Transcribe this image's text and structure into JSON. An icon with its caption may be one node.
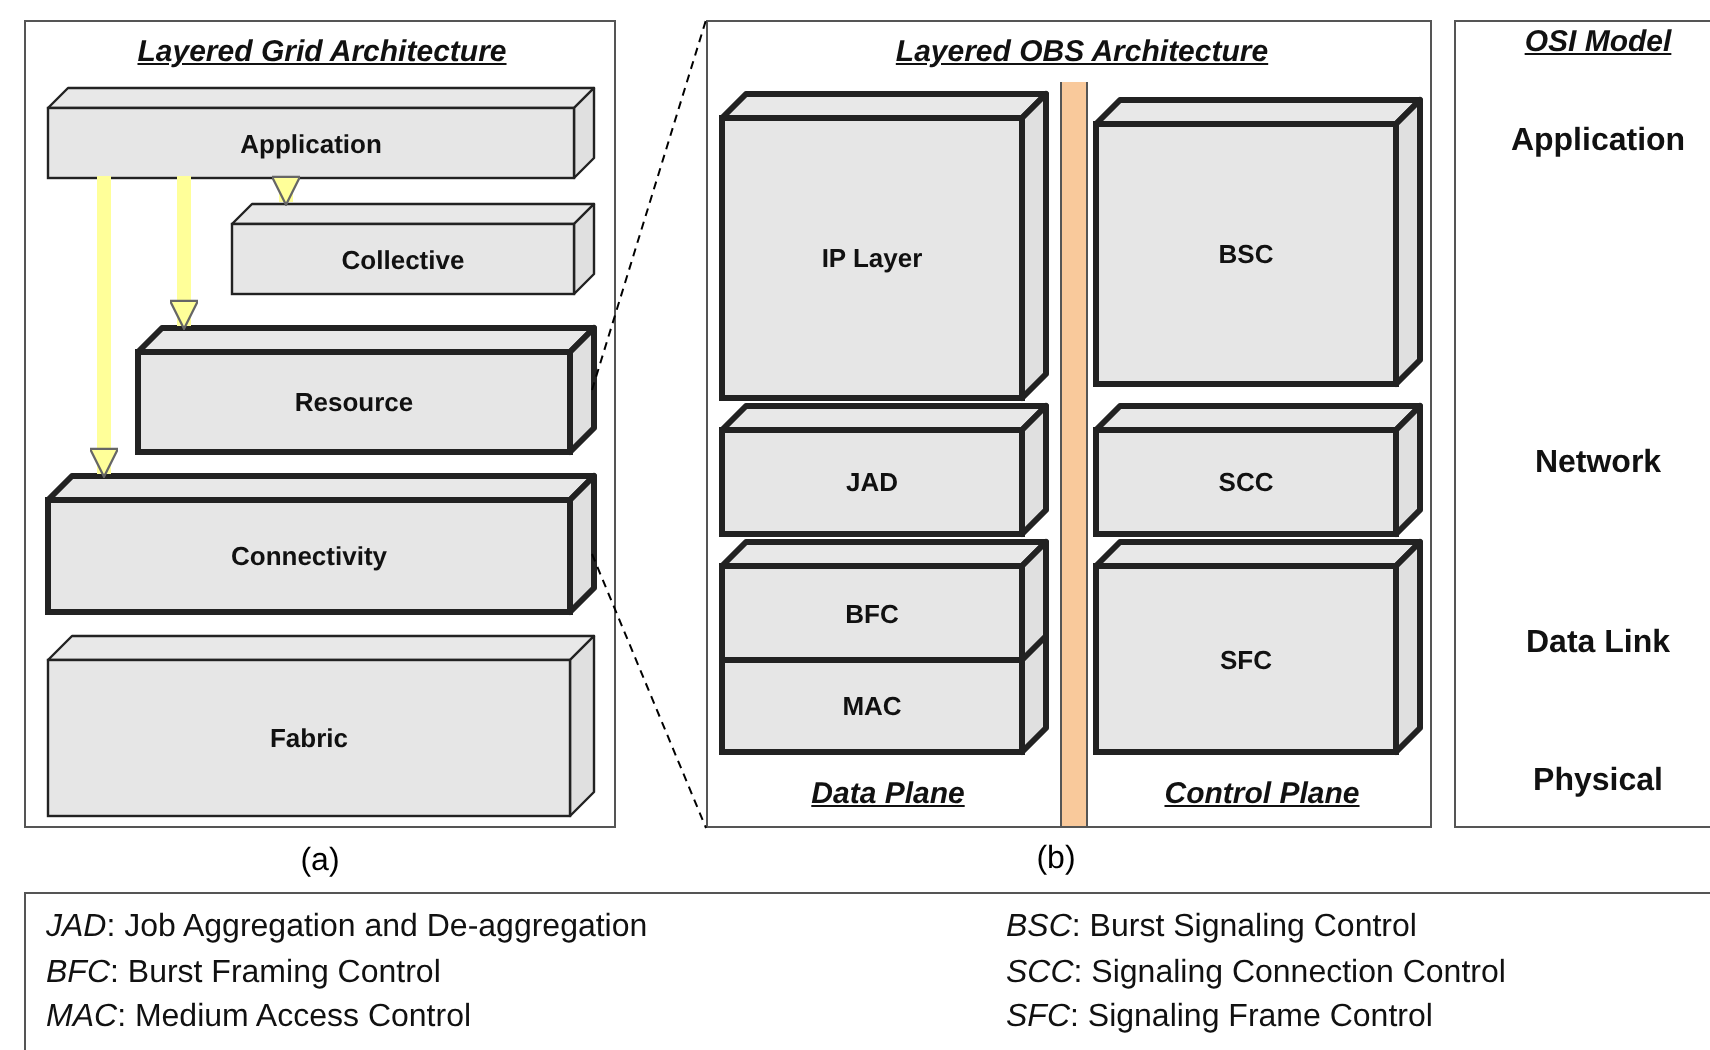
{
  "diagram": {
    "nodes": [
      {
        "text": [
          "Layered Grid Architecture"
        ]
      },
      {
        "text": [
          "Application"
        ],
        "in": 0
      },
      {
        "text": [
          "Collective"
        ],
        "in": 0
      },
      {
        "text": [
          "Resource"
        ],
        "in": 0
      },
      {
        "text": [
          "Connectivity"
        ],
        "in": 0
      },
      {
        "text": [
          "Fabric"
        ],
        "in": 0
      },
      {
        "text": [
          "Layered OBS Architecture",
          "Data Plane",
          "Control Plane"
        ]
      },
      {
        "text": [
          "IP Layer"
        ],
        "in": 6
      },
      {
        "text": [
          "JAD"
        ],
        "in": 6
      },
      {
        "text": [
          "BFC"
        ],
        "in": 6
      },
      {
        "text": [
          "MAC"
        ],
        "in": 6
      },
      {
        "text": [
          "BSC"
        ],
        "in": 6
      },
      {
        "text": [
          "SCC"
        ],
        "in": 6
      },
      {
        "text": [
          "SFC"
        ],
        "in": 6
      },
      {
        "text": [
          "OSI Model",
          "Application",
          "Network",
          "Data Link",
          "Physical"
        ]
      },
      {
        "text": [
          "*JAD*: Job Aggregation and De-aggregation",
          "*BSC*: Burst Signaling Control",
          "*BFC*: Burst Framing Control",
          "*SCC*: Signaling Connection Control",
          "*MAC*: Medium Access Control",
          "*SFC*: Signaling Frame Control"
        ]
      }
    ],
    "edges": [
      {
        "from": 1,
        "to": 2,
        "arrow": "to",
        "color": "#ffff99"
      },
      {
        "from": 1,
        "to": 3,
        "arrow": "to",
        "color": "#ffff99"
      },
      {
        "from": 1,
        "to": 4,
        "arrow": "to",
        "color": "#ffff99"
      },
      {
        "from": 3,
        "to": 6,
        "arrow": "none",
        "style": "dashed",
        "color": "#000000"
      },
      {
        "from": 4,
        "to": 6,
        "arrow": "none",
        "style": "dashed",
        "color": "#000000"
      }
    ],
    "labels": [
      "(a)",
      "(b)"
    ]
  }
}
